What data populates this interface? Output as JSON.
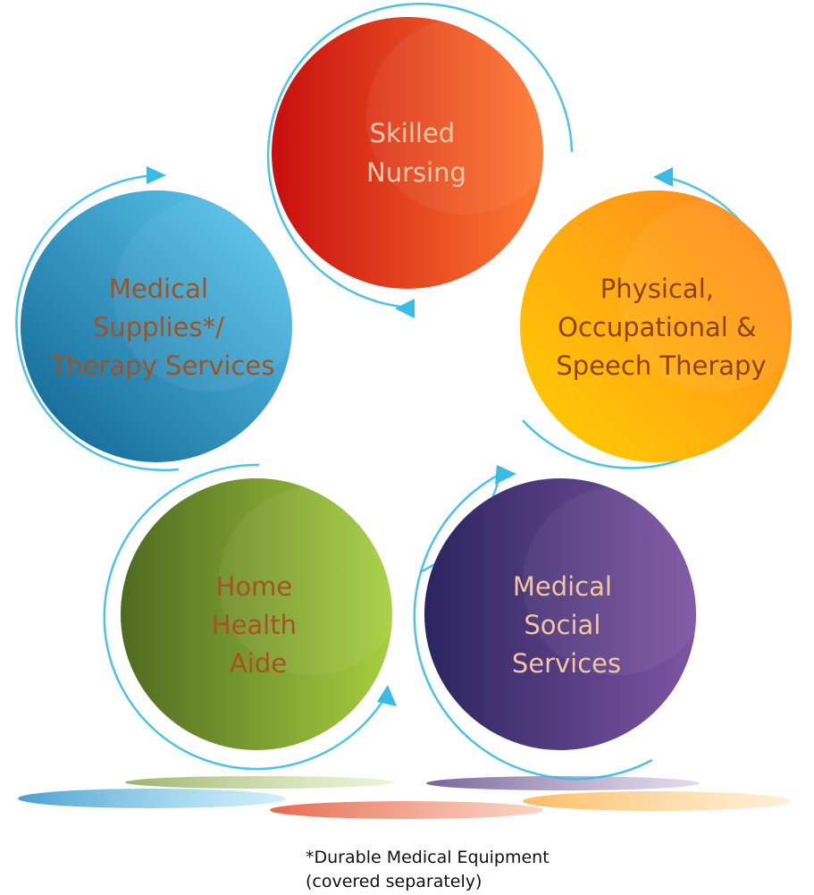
{
  "nodes": [
    {
      "id": "skilled-nursing",
      "lines": [
        "Skilled",
        "Nursing"
      ],
      "color": "#ee4b22",
      "text_color": "#f7c9a6"
    },
    {
      "id": "physical-occupational-speech-therapy",
      "lines": [
        "Physical,",
        "Occupational &",
        "Speech Therapy"
      ],
      "color": "#ff9f12",
      "text_color": "#8c4414"
    },
    {
      "id": "medical-social-services",
      "lines": [
        "Medical",
        "Social",
        "Services"
      ],
      "color": "#5c3e85",
      "text_color": "#f2c6a2"
    },
    {
      "id": "home-health-aide",
      "lines": [
        "Home",
        "Health",
        "Aide"
      ],
      "color": "#85a83a",
      "text_color": "#a9521f"
    },
    {
      "id": "medical-supplies-therapy-services",
      "lines": [
        "Medical",
        "Supplies*/",
        "Therapy Services"
      ],
      "color": "#3aaee0",
      "text_color": "#a3521f"
    }
  ],
  "footnote": {
    "line1": "*Durable Medical Equipment",
    "line2": "(covered separately)"
  },
  "accent_color": "#3bbbe3"
}
